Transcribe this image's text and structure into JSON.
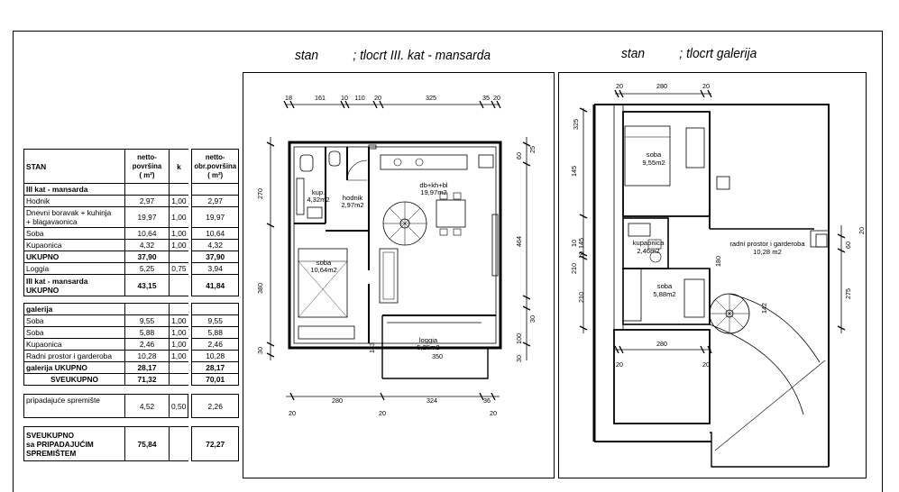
{
  "titles": {
    "left": "stan          ; tlocrt III. kat - mansarda",
    "right": "stan          ; tlocrt galerija"
  },
  "table": {
    "header": {
      "name": "STAN",
      "netto": "netto-\npovršina\n( m²)",
      "k": "k",
      "obr": "netto-\nobr.površina\n( m²)"
    },
    "section1_title": "III kat - mansarda",
    "section1_rows": [
      {
        "name": "Hodnik",
        "a": "2,97",
        "k": "1,00",
        "b": "2,97"
      },
      {
        "name": "Dnevni boravak + kuhinja\n+ blagavaonica",
        "a": "19,97",
        "k": "1,00",
        "b": "19,97"
      },
      {
        "name": "Soba",
        "a": "10,64",
        "k": "1,00",
        "b": "10,64"
      },
      {
        "name": "Kupaonica",
        "a": "4,32",
        "k": "1,00",
        "b": "4,32"
      }
    ],
    "ukupno1": {
      "name": "UKUPNO",
      "a": "37,90",
      "k": "",
      "b": "37,90"
    },
    "loggia": {
      "name": "Loggia",
      "a": "5,25",
      "k": "0,75",
      "b": "3,94"
    },
    "mansarda_ukupno": {
      "name": "III kat - mansarda\nUKUPNO",
      "a": "43,15",
      "k": "",
      "b": "41,84"
    },
    "section2_title": "galerija",
    "section2_rows": [
      {
        "name": "Soba",
        "a": "9,55",
        "k": "1,00",
        "b": "9,55"
      },
      {
        "name": "Soba",
        "a": "5,88",
        "k": "1,00",
        "b": "5,88"
      },
      {
        "name": "Kupaonica",
        "a": "2,46",
        "k": "1,00",
        "b": "2,46"
      },
      {
        "name": "Radni prostor i garderoba",
        "a": "10,28",
        "k": "1,00",
        "b": "10,28"
      }
    ],
    "galerija_ukupno": {
      "name": "galerija UKUPNO",
      "a": "28,17",
      "k": "",
      "b": "28,17"
    },
    "sveukupno": {
      "name": "SVEUKUPNO",
      "a": "71,32",
      "k": "",
      "b": "70,01"
    },
    "spremiste": {
      "name": "pripadajuće spremište",
      "a": "4,52",
      "k": "0,50",
      "b": "2,26"
    },
    "final": {
      "name": "SVEUKUPNO\nsa PRIPADAJUĆIM\nSPREMIŠTEM",
      "a": "75,84",
      "k": "",
      "b": "72,27"
    }
  },
  "plan_left": {
    "dims_top": [
      "18",
      "161",
      "10",
      "110",
      "20",
      "325",
      "35",
      "20"
    ],
    "dims_bottom_a": [
      "280",
      "324",
      "36"
    ],
    "dims_bottom_b": [
      "20",
      "20",
      "20"
    ],
    "dims_left": [
      "270",
      "380",
      "30"
    ],
    "dims_right": [
      "60",
      "25",
      "464",
      "100",
      "30",
      "30"
    ],
    "rooms": [
      {
        "label": "kup.",
        "area": "4,32m2"
      },
      {
        "label": "hodnik",
        "area": "2,97m2"
      },
      {
        "label": "db+kh+bl",
        "area": "19,97m2"
      },
      {
        "label": "soba",
        "area": "10,64m2"
      },
      {
        "label": "loggia",
        "area": "5,25m2"
      }
    ],
    "dim_143": "143",
    "dim_350": "350"
  },
  "plan_right": {
    "dims_top": [
      "20",
      "280",
      "20"
    ],
    "dims_mid": [
      "20",
      "280",
      "20"
    ],
    "dims_left": [
      "325",
      "145",
      "10",
      "210"
    ],
    "dims_right": [
      "60",
      "20",
      "275"
    ],
    "dim_180": "180",
    "dim_142": "142",
    "rooms": [
      {
        "label": "soba",
        "area": "9,55m2"
      },
      {
        "label": "kupaonica",
        "area": "2,46m2"
      },
      {
        "label": "radni prostor i garderoba",
        "area": "10,28 m2"
      },
      {
        "label": "soba",
        "area": "5,88m2"
      }
    ]
  }
}
